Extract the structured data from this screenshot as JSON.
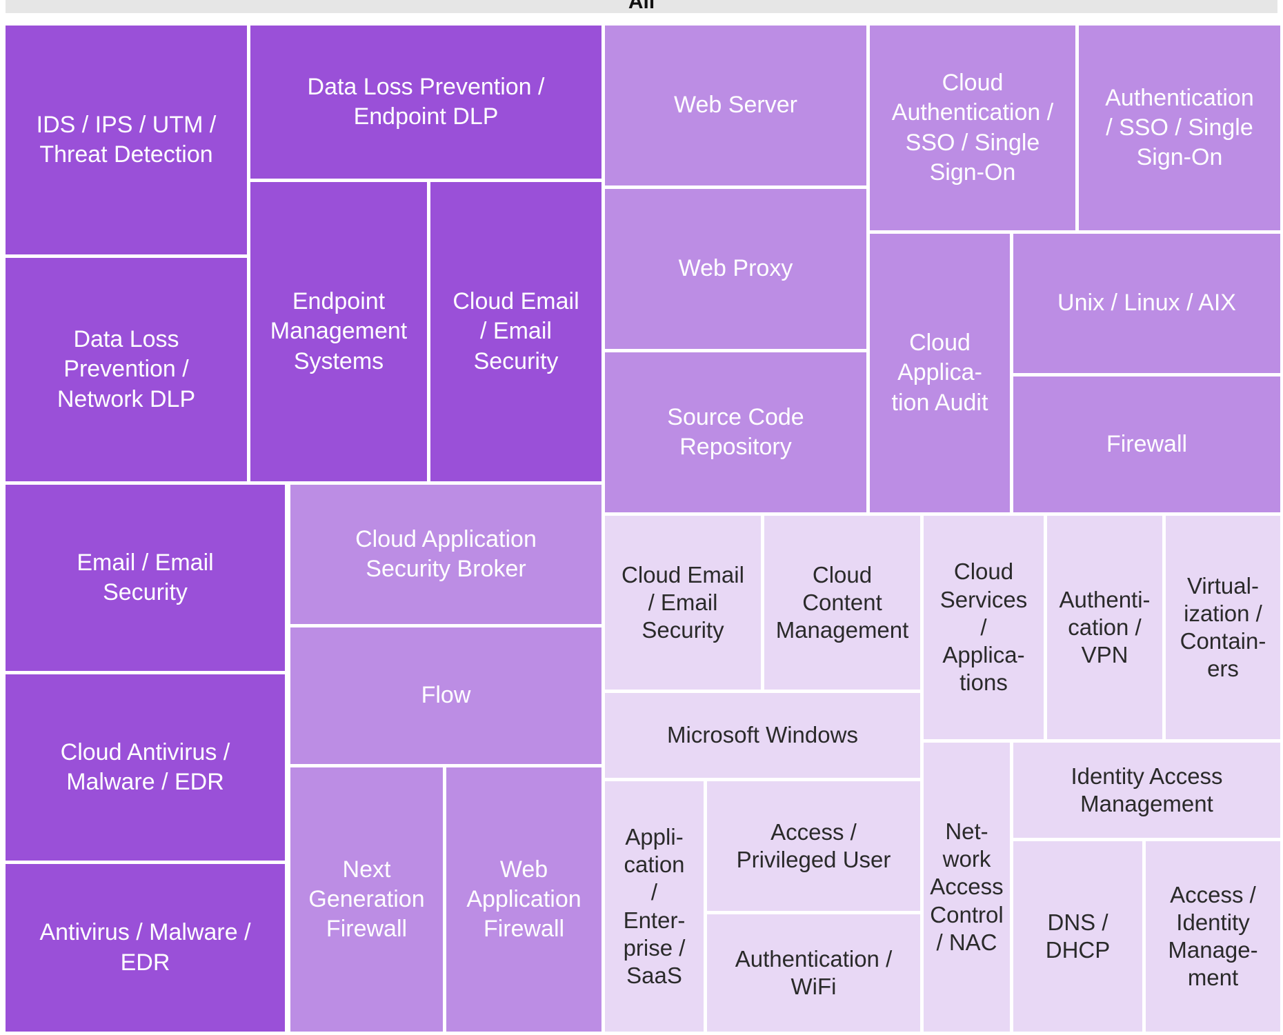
{
  "header": {
    "title": "All"
  },
  "colors": {
    "high": "#9a50d8",
    "mid": "#bc8de4",
    "low": "#e8d8f5",
    "high_text": "#ffffff",
    "mid_text": "#ffffff",
    "low_text": "#2a2a2a"
  },
  "chart_data": {
    "type": "treemap",
    "title": "All",
    "tiles": [
      {
        "label": "IDS / IPS / UTM / Threat Detection",
        "level": "high"
      },
      {
        "label": "Data Loss Prevention / Endpoint DLP",
        "level": "high"
      },
      {
        "label": "Data Loss Prevention / Network DLP",
        "level": "high"
      },
      {
        "label": "Endpoint Management Systems",
        "level": "high"
      },
      {
        "label": "Cloud Email / Email Security",
        "level": "high"
      },
      {
        "label": "Email / Email Security",
        "level": "high"
      },
      {
        "label": "Cloud Antivirus / Malware / EDR",
        "level": "high"
      },
      {
        "label": "Antivirus / Malware / EDR",
        "level": "high"
      },
      {
        "label": "Cloud Application Security Broker",
        "level": "mid"
      },
      {
        "label": "Flow",
        "level": "mid"
      },
      {
        "label": "Next Generation Firewall",
        "level": "mid"
      },
      {
        "label": "Web Application Firewall",
        "level": "mid"
      },
      {
        "label": "Web Server",
        "level": "mid"
      },
      {
        "label": "Web Proxy",
        "level": "mid"
      },
      {
        "label": "Source Code Repository",
        "level": "mid"
      },
      {
        "label": "Cloud Authentication / SSO / Single Sign-On",
        "level": "mid"
      },
      {
        "label": "Authentication / SSO / Single Sign-On",
        "level": "mid"
      },
      {
        "label": "Cloud Application Audit",
        "level": "mid"
      },
      {
        "label": "Unix / Linux / AIX",
        "level": "mid"
      },
      {
        "label": "Firewall",
        "level": "mid"
      },
      {
        "label": "Cloud Email / Email Security",
        "level": "low"
      },
      {
        "label": "Cloud Content Management",
        "level": "low"
      },
      {
        "label": "Cloud Services / Applications",
        "level": "low"
      },
      {
        "label": "Authentication / VPN",
        "level": "low"
      },
      {
        "label": "Virtualization / Containers",
        "level": "low"
      },
      {
        "label": "Microsoft Windows",
        "level": "low"
      },
      {
        "label": "Application / Enterprise / SaaS",
        "level": "low"
      },
      {
        "label": "Access / Privileged User",
        "level": "low"
      },
      {
        "label": "Authentication / WiFi",
        "level": "low"
      },
      {
        "label": "Network Access Control / NAC",
        "level": "low"
      },
      {
        "label": "Identity Access Management",
        "level": "low"
      },
      {
        "label": "DNS / DHCP",
        "level": "low"
      },
      {
        "label": "Access / Identity Management",
        "level": "low"
      }
    ]
  }
}
